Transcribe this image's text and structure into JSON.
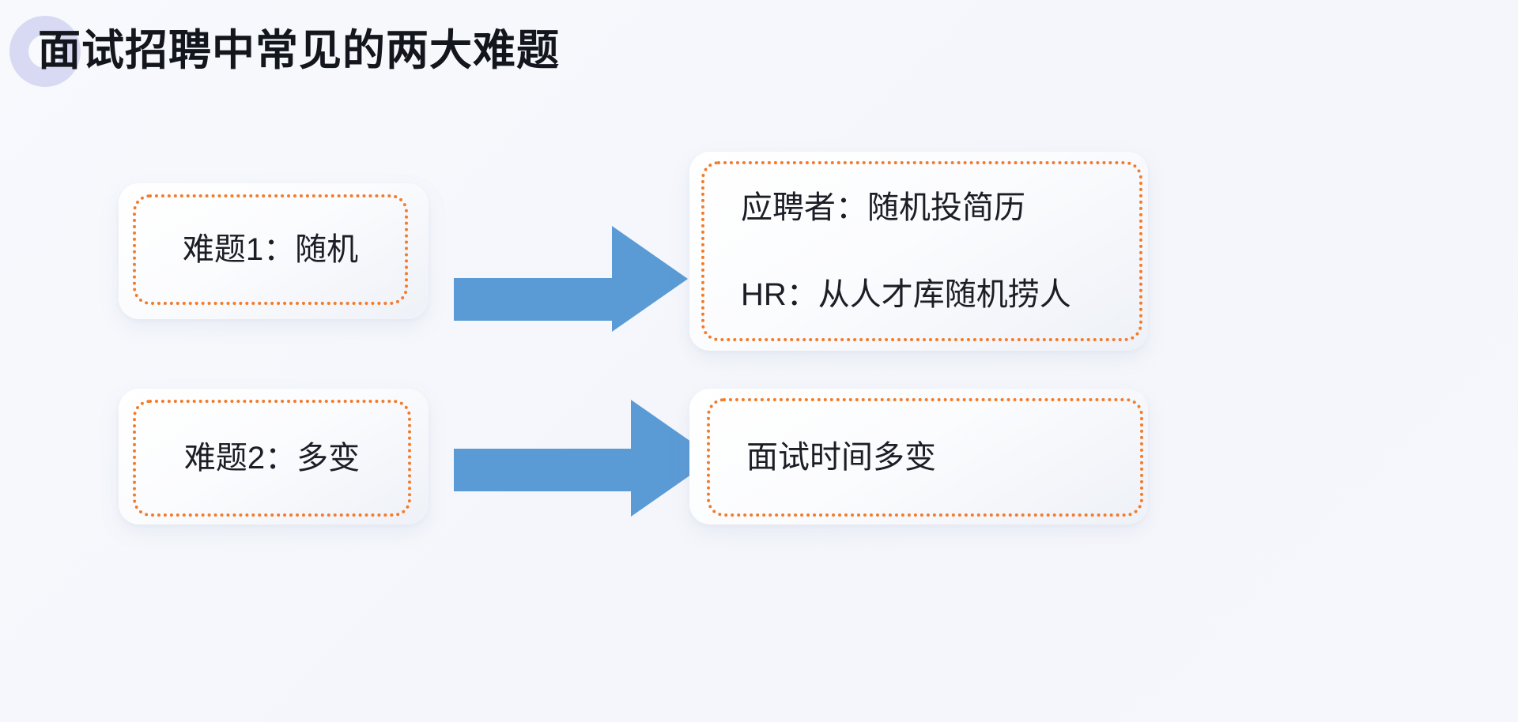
{
  "slide": {
    "title": "面试招聘中常见的两大难题",
    "background_color": "#f5f7fc",
    "accent_color": "#f47b2a",
    "arrow_color": "#5b9bd5",
    "deco_color": "#d7daf2"
  },
  "rows": [
    {
      "problem": "难题1：随机",
      "arrow": "right-arrow-icon",
      "consequences": [
        "应聘者：随机投简历",
        "HR：从人才库随机捞人"
      ]
    },
    {
      "problem": "难题2：多变",
      "arrow": "right-arrow-icon",
      "consequences": [
        "面试时间多变"
      ]
    }
  ]
}
